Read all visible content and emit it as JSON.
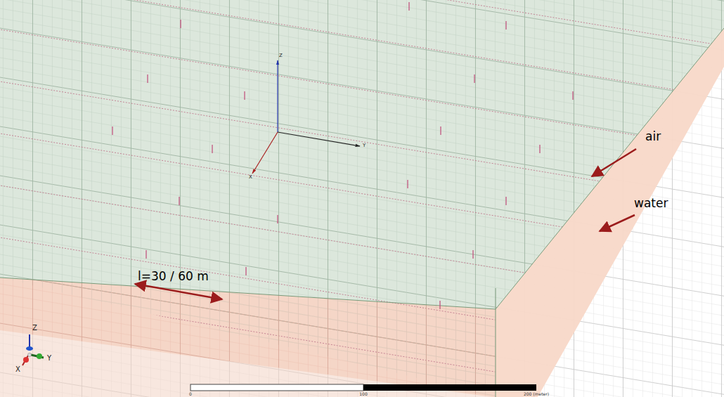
{
  "diagram": {
    "labels": [
      "Z",
      "Y",
      "X",
      "air",
      "water",
      "l=30 / 60 m",
      "Z",
      "Y",
      "X",
      "0",
      "100",
      "200 (meter)"
    ]
  }
}
